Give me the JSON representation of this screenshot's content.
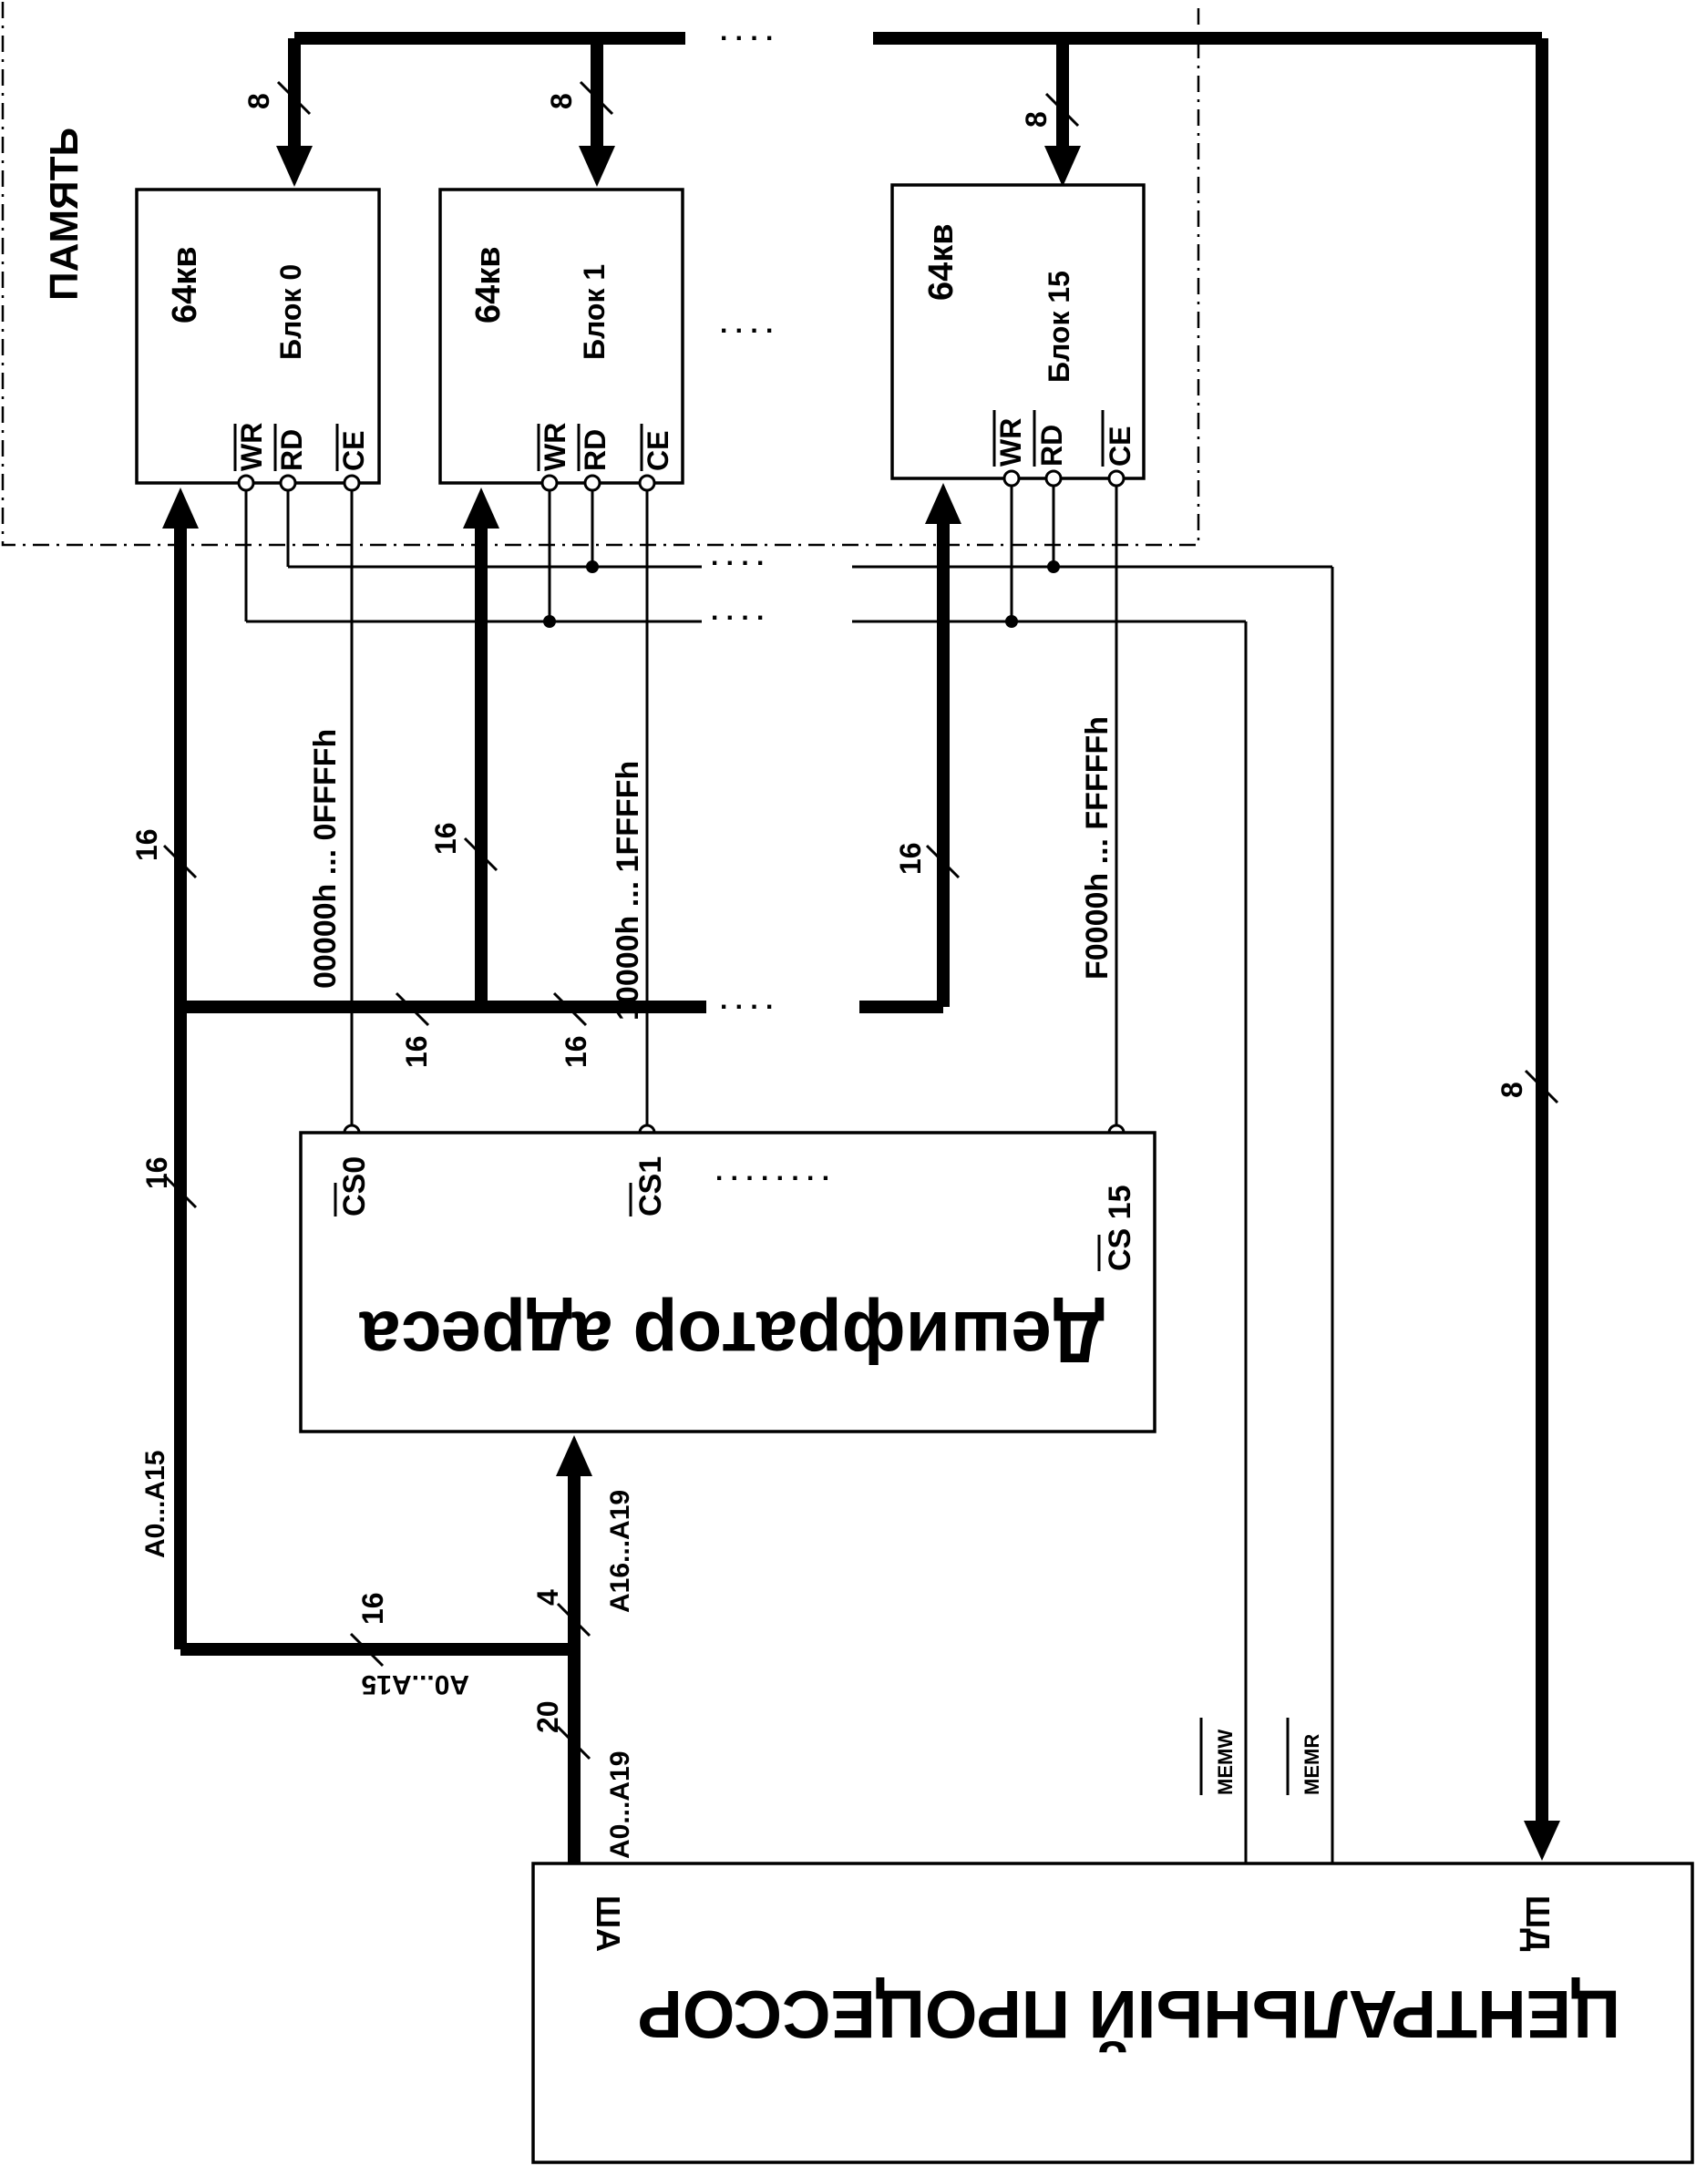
{
  "memory": {
    "title": "ПАМЯТЬ",
    "blocks": [
      {
        "size": "64кв",
        "name": "Блок 0",
        "range": "00000h ... 0FFFFh"
      },
      {
        "size": "64кв",
        "name": "Блок 1",
        "range": "10000h ... 1FFFFh"
      },
      {
        "size": "64кв",
        "name": "Блок 15",
        "range": "F0000h ... FFFFFh"
      }
    ],
    "pins": {
      "wr": "WR",
      "rd": "RD",
      "ce": "CE"
    },
    "ellipsis": ". . . ."
  },
  "decoder": {
    "title": "Дешифратор адреса",
    "outputs": [
      "CS0",
      "CS1",
      "CS 15"
    ],
    "ellipsis": ". . . . . . . ."
  },
  "cpu": {
    "title": "ЦЕНТРАЛЬНЫЙ ПРОЦЕССОР",
    "address_bus": "ША",
    "data_bus": "ШД",
    "memw": "MEMW",
    "memr": "MEMR"
  },
  "buses": {
    "data_width": "8",
    "addr_width_16": "16",
    "addr_width_4": "4",
    "addr_width_20": "20",
    "a0_a15": "A0...A15",
    "a16_a19": "A16...A19",
    "a0_a19": "A0...A19",
    "a0_a15_bottom": "A0...A15"
  }
}
